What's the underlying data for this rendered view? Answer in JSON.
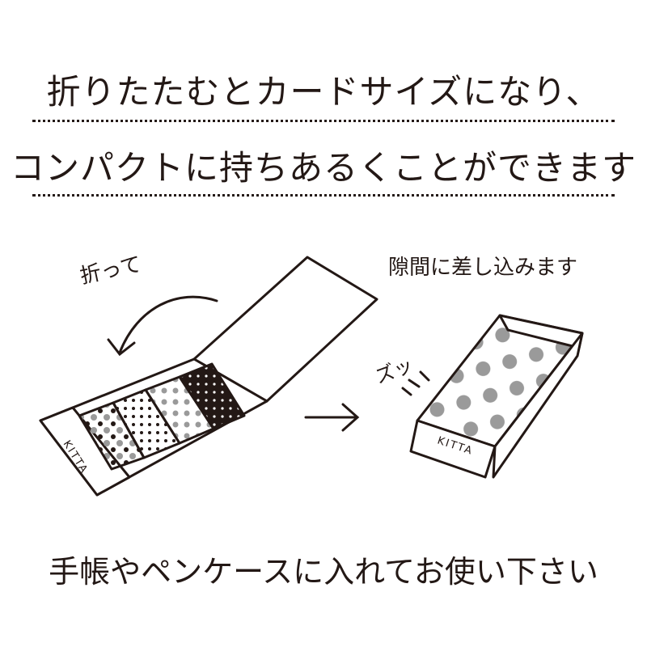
{
  "headline": {
    "line1": "折りたたむとカードサイズになり、",
    "line2": "コンパクトに持ちあるくことができます"
  },
  "labels": {
    "fold": "折って",
    "insert": "隙間に差し込みます",
    "sound": "ズッ"
  },
  "brand": {
    "left": "KITTA",
    "right": "KITTA"
  },
  "footer": "手帳やペンケースに入れてお使い下さい",
  "icons": [
    "curved-arrow-icon",
    "right-arrow-icon",
    "motion-lines-icon"
  ],
  "colors": {
    "ink": "#231815",
    "background": "#ffffff",
    "dot_gray": "#9a9a9a"
  }
}
